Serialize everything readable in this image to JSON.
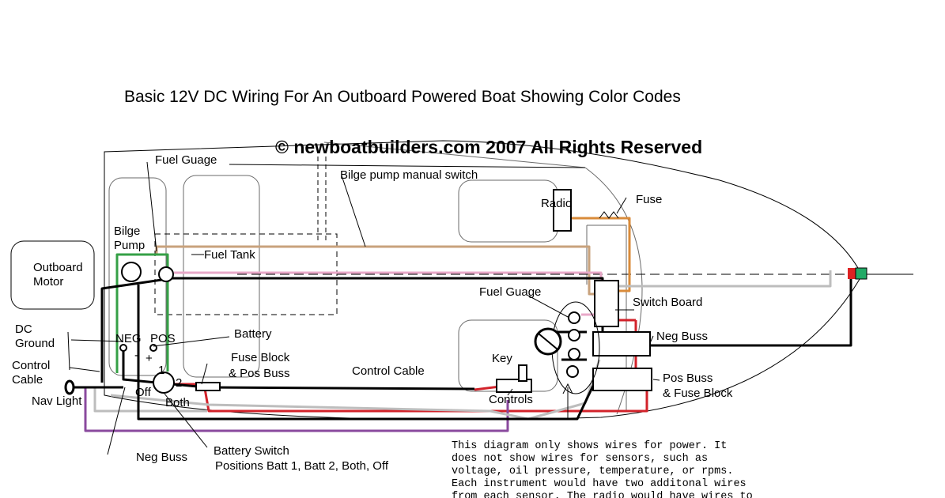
{
  "title": "Basic 12V DC Wiring For An Outboard Powered Boat Showing Color Codes",
  "copyright": "© newboatbuilders.com 2007 All Rights Reserved",
  "labels": {
    "fuel_guage_top": "Fuel Guage",
    "bilge_manual_switch": "Bilge pump manual switch",
    "fuse": "Fuse",
    "radio": "Radio",
    "bilge_pump_line1": "Bilge",
    "bilge_pump_line2": "Pump",
    "fuel_tank": "Fuel Tank",
    "outboard_line1": "Outboard",
    "outboard_line2": "Motor",
    "dc_ground_line1": "DC",
    "dc_ground_line2": "Ground",
    "control_cable_left_line1": "Control",
    "control_cable_left_line2": "Cable",
    "nav_light": "Nav Light",
    "battery": "Battery",
    "neg": "NEG",
    "pos": "POS",
    "minus": "-",
    "plus": "+",
    "switch_1": "1",
    "switch_2": "2",
    "switch_off": "Off",
    "switch_both": "Both",
    "fuse_block_line1": "Fuse Block",
    "fuse_block_line2": "& Pos Buss",
    "control_cable_mid": "Control Cable",
    "key": "Key",
    "controls": "Controls",
    "fuel_guage_right": "Fuel Guage",
    "switch_board": "Switch Board",
    "neg_buss_right": "Neg Buss",
    "pos_buss_line1": "Pos Buss",
    "pos_buss_line2": "& Fuse Block",
    "neg_buss_bottom": "Neg Buss",
    "battery_switch_line1": "Battery Switch",
    "battery_switch_line2": "Positions Batt 1, Batt 2, Both, Off"
  },
  "note_lines": [
    "This diagram only shows wires for power.  It",
    "does not show wires for sensors, such as",
    "voltage, oil pressure, temperature, or rpms.",
    "Each instrument would have two additonal wires",
    "from each sensor. The radio would have wires to"
  ],
  "wire_colors": {
    "black": "#000000",
    "red": "#d2222a",
    "tan": "#c8a27c",
    "green": "#35a046",
    "purple": "#8a4a9e",
    "gray": "#bdbdbd",
    "orange": "#d98b3a",
    "pink": "#e8a8c8"
  }
}
